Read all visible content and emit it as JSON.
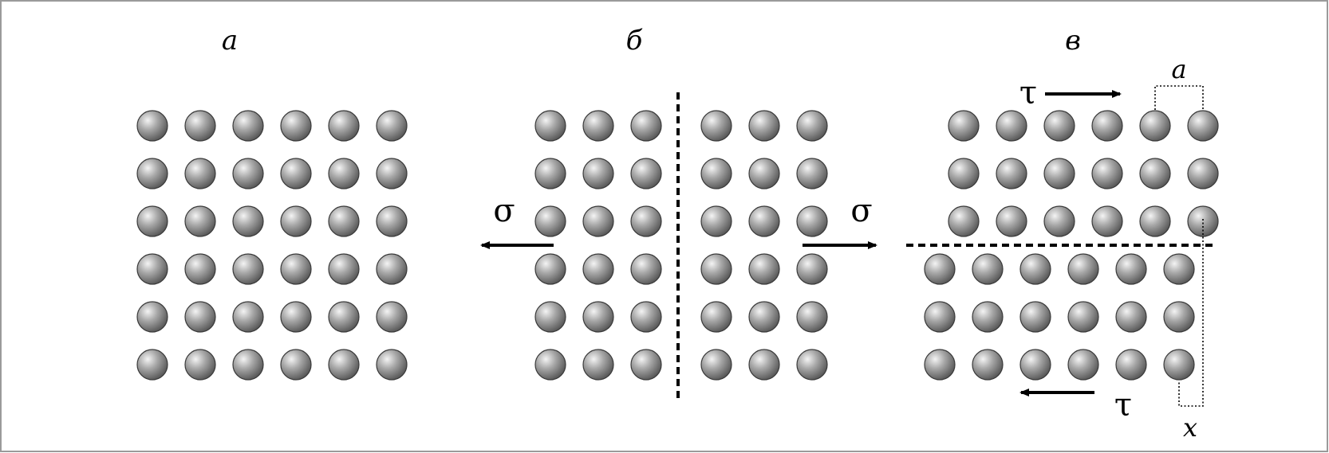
{
  "panels": [
    {
      "id": "a",
      "label": "а"
    },
    {
      "id": "b",
      "label": "б",
      "stress_symbol": "σ"
    },
    {
      "id": "c",
      "label": "в",
      "stress_symbol": "τ",
      "spacing_label": "a",
      "displacement_label": "x"
    }
  ],
  "colors": {
    "frame": "#9a9a9a",
    "atom_highlight": "#f4f4f4",
    "atom_mid": "#a8a8a8",
    "atom_shadow": "#5a5a5a",
    "atom_outline": "#3a3a3a",
    "lines": "#000000"
  },
  "icons": {
    "atom": "sphere",
    "arrow": "arrow"
  }
}
